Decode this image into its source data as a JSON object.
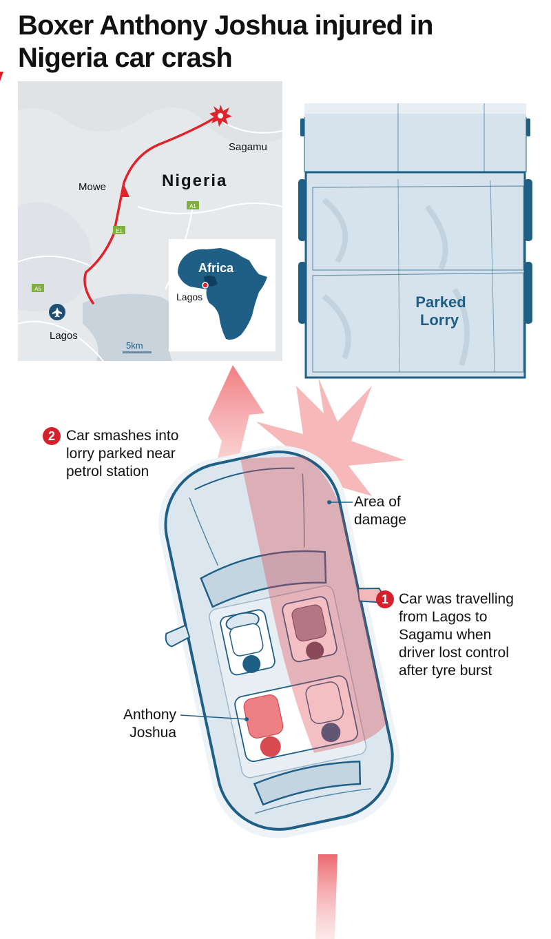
{
  "title": {
    "line1": "Boxer Anthony Joshua injured in",
    "line2": "Nigeria car crash"
  },
  "map": {
    "country_label": "Nigeria",
    "towns": {
      "sagamu": "Sagamu",
      "mowe": "Mowe",
      "lagos": "Lagos"
    },
    "road_badges": {
      "a1": "A1",
      "e1": "E1",
      "a5": "A5"
    },
    "scale_label": "5km",
    "inset": {
      "continent_label": "Africa",
      "city_label": "Lagos"
    },
    "icons": [
      "crash-burst-icon",
      "route-arrow-icon",
      "airport-plane-icon"
    ]
  },
  "lorry": {
    "label_line1": "Parked",
    "label_line2": "Lorry"
  },
  "callouts": {
    "step1": {
      "number": "1",
      "line1": "Car was travelling",
      "line2": "from Lagos to",
      "line3": "Sagamu when",
      "line4": "driver lost control",
      "line5": "after tyre burst"
    },
    "step2": {
      "number": "2",
      "line1": "Car smashes into",
      "line2": "lorry parked near",
      "line3": "petrol station"
    },
    "damage": {
      "line1": "Area of",
      "line2": "damage"
    },
    "person": {
      "line1": "Anthony",
      "line2": "Joshua"
    }
  },
  "colors": {
    "accent_red": "#d6202b",
    "impact_pink": "#f08a8d",
    "vehicle_outline": "#1f5f86",
    "vehicle_fill": "#d7e3ec",
    "map_land": "#e6e9ec",
    "label_blue": "#1f5f86"
  }
}
